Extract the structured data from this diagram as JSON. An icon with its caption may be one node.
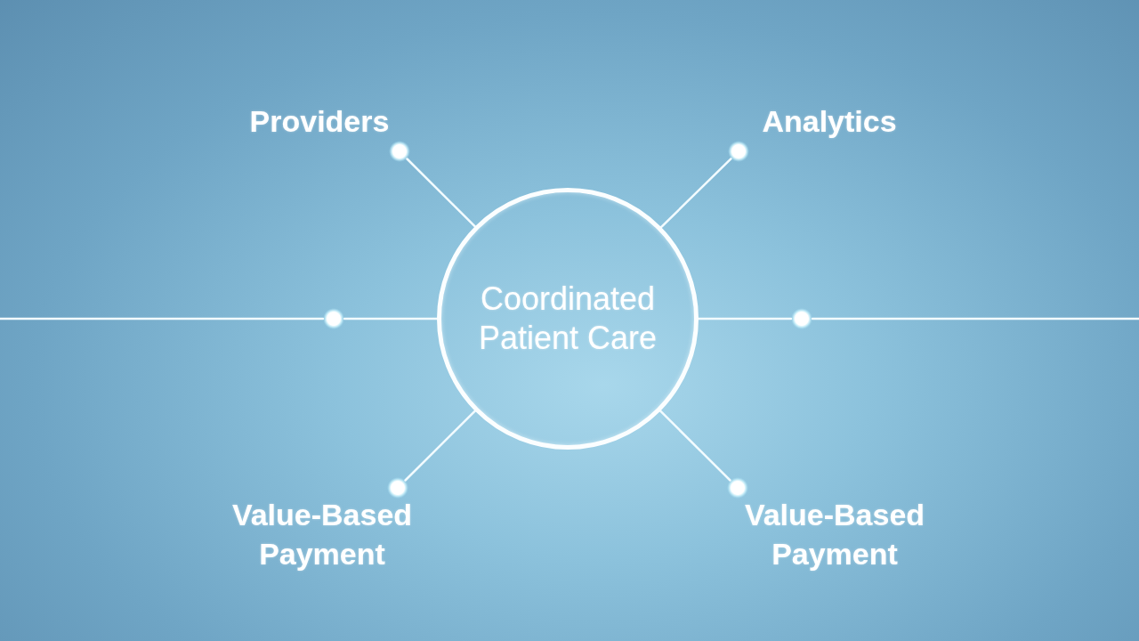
{
  "diagram": {
    "nodes": [
      {
        "text": [],
        "shape": "circle",
        "beside": [
          "Providers"
        ]
      },
      {
        "text": [],
        "shape": "circle",
        "beside": [
          "Analytics"
        ]
      },
      {
        "text": [],
        "shape": "circle"
      },
      {
        "text": [
          "Coordinated Patient Care"
        ]
      },
      {
        "text": [],
        "shape": "circle"
      },
      {
        "text": [],
        "shape": "circle",
        "beside": [
          "Value-Based Payment"
        ]
      },
      {
        "text": [],
        "shape": "circle",
        "beside": [
          "Value-Based Payment"
        ]
      }
    ],
    "edges": [
      {
        "from": 3,
        "to": 0,
        "arrow": "none"
      },
      {
        "from": 3,
        "to": 1,
        "arrow": "none"
      },
      {
        "from": 3,
        "to": 2,
        "arrow": "none"
      },
      {
        "from": 3,
        "to": 4,
        "arrow": "none"
      },
      {
        "from": 3,
        "to": 5,
        "arrow": "none"
      },
      {
        "from": 3,
        "to": 6,
        "arrow": "none"
      },
      {
        "from": 2,
        "to": null,
        "arrow": "none"
      },
      {
        "from": 4,
        "to": null,
        "arrow": "none"
      }
    ]
  }
}
